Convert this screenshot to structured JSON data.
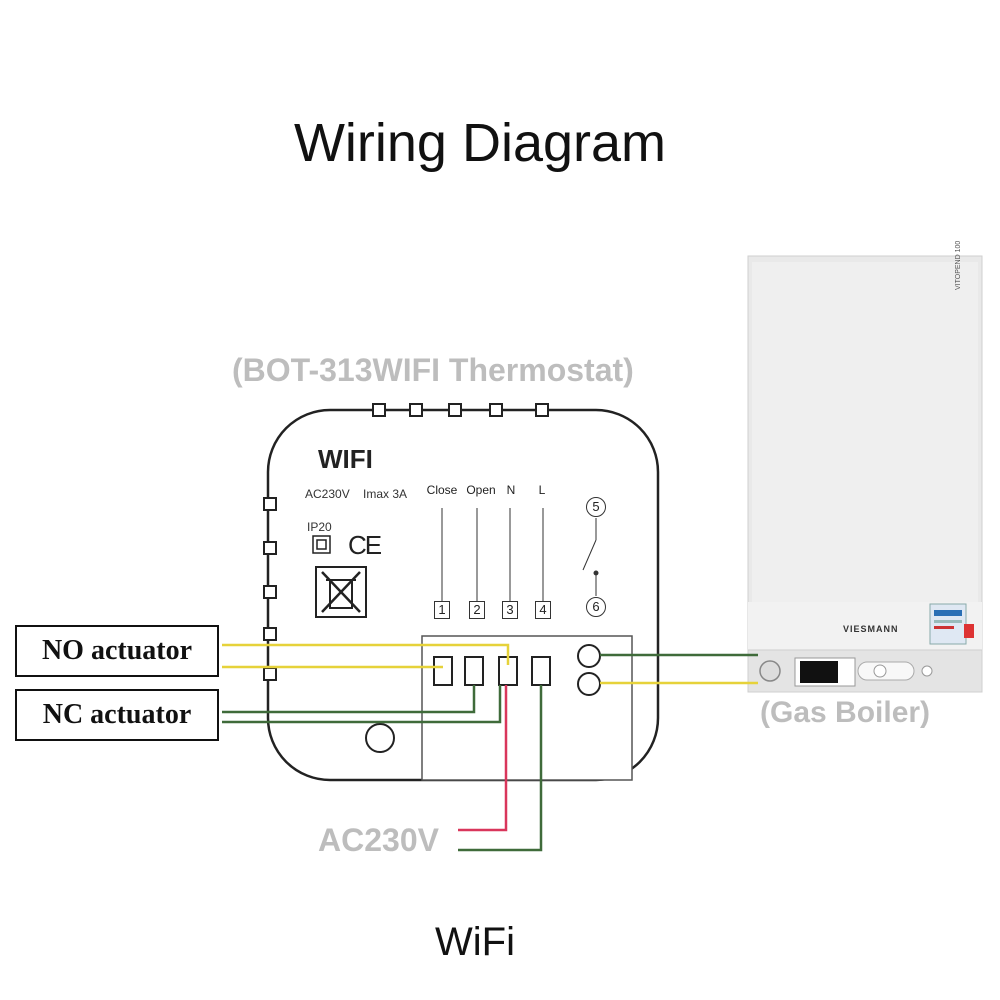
{
  "title": "Wiring Diagram",
  "footer": "WiFi",
  "thermostat": {
    "name": "(BOT-313WIFI Thermostat)",
    "wifi_label": "WIFI",
    "rating_voltage": "AC230V",
    "rating_current": "Imax 3A",
    "ip_rating": "IP20",
    "ce_mark": "CE",
    "terminals": [
      {
        "label": "Close",
        "number": "1"
      },
      {
        "label": "Open",
        "number": "2"
      },
      {
        "label": "N",
        "number": "3"
      },
      {
        "label": "L",
        "number": "4"
      }
    ],
    "relay_terminals": [
      "5",
      "6"
    ]
  },
  "actuators": {
    "no_label": "NO actuator",
    "nc_label": "NC actuator"
  },
  "boiler": {
    "label": "(Gas Boiler)",
    "brand": "VIESMANN",
    "side_text": "VITOPEND 100"
  },
  "power": {
    "label": "AC230V"
  },
  "colors": {
    "yellow_wire": "#e6d23a",
    "green_wire": "#3f6b3a",
    "red_wire": "#d9365b",
    "label_gray": "#bdbdbd"
  }
}
